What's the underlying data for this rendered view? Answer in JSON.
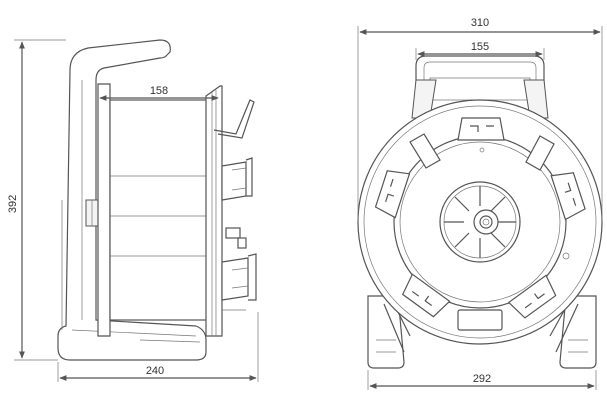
{
  "dimensions": {
    "side_height": "392",
    "side_drum_width": "158",
    "side_base_width": "240",
    "front_total_width": "310",
    "front_handle_width": "155",
    "front_base_width": "292"
  }
}
